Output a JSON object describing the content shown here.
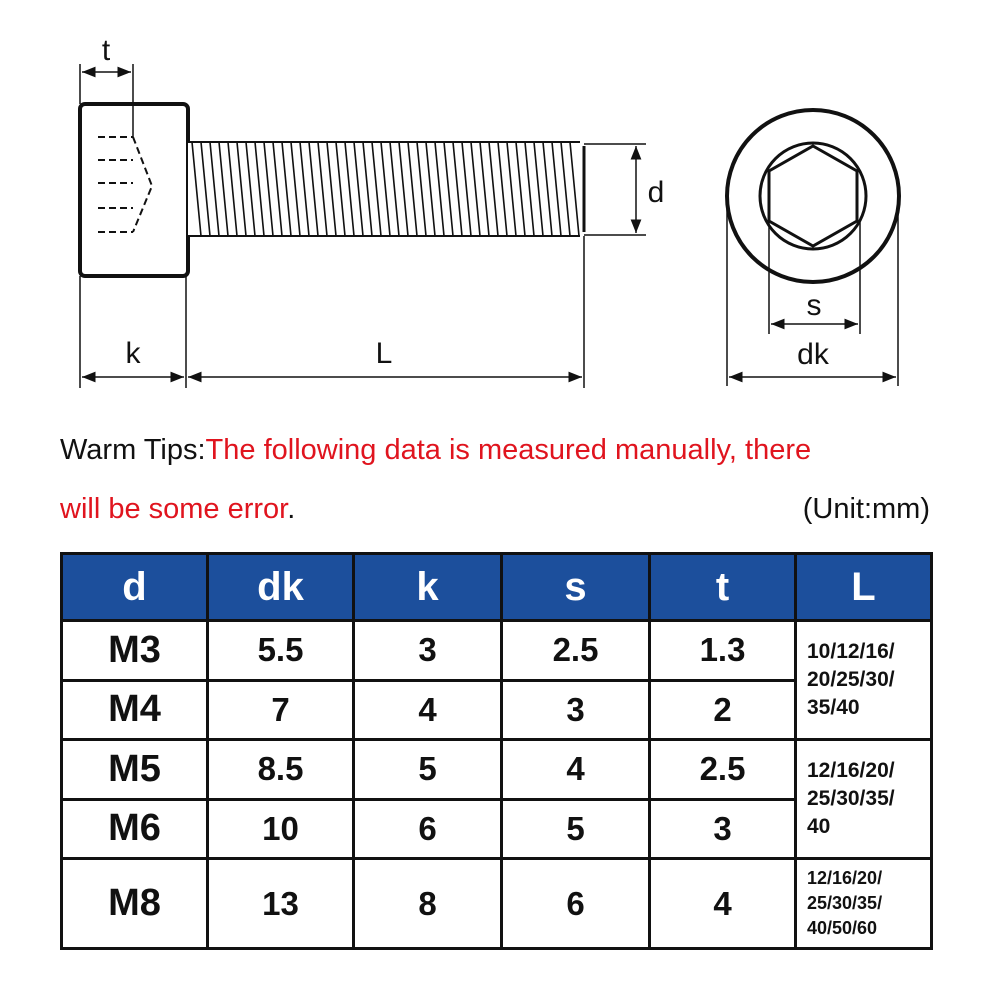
{
  "diagram": {
    "labels": {
      "t": "t",
      "d": "d",
      "k": "k",
      "L": "L",
      "s": "s",
      "dk": "dk"
    }
  },
  "tips": {
    "prefix": "Warm Tips:",
    "line1_red": "The following data is measured manually, there",
    "line2_red": "will be some error",
    "line2_end": ".",
    "unit": "(Unit:mm)"
  },
  "table": {
    "headers": [
      "d",
      "dk",
      "k",
      "s",
      "t",
      "L"
    ],
    "rows": [
      {
        "d": "M3",
        "dk": "5.5",
        "k": "3",
        "s": "2.5",
        "t": "1.3"
      },
      {
        "d": "M4",
        "dk": "7",
        "k": "4",
        "s": "3",
        "t": "2"
      },
      {
        "d": "M5",
        "dk": "8.5",
        "k": "5",
        "s": "4",
        "t": "2.5"
      },
      {
        "d": "M6",
        "dk": "10",
        "k": "6",
        "s": "5",
        "t": "3"
      },
      {
        "d": "M8",
        "dk": "13",
        "k": "8",
        "s": "6",
        "t": "4"
      }
    ],
    "lengths": [
      {
        "rows": "M3-M4",
        "lines": [
          "10/12/16/",
          "20/25/30/",
          "35/40"
        ]
      },
      {
        "rows": "M5-M6",
        "lines": [
          "12/16/20/",
          "25/30/35/",
          "40"
        ]
      },
      {
        "rows": "M8",
        "lines": [
          "12/16/20/",
          "25/30/35/",
          "40/50/60"
        ]
      }
    ]
  }
}
